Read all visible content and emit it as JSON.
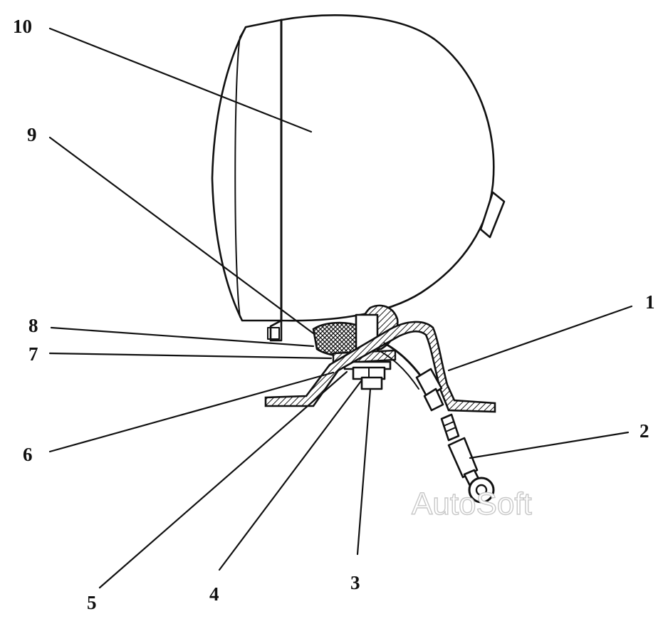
{
  "figure": {
    "callouts": [
      {
        "id": "c1",
        "label": "1"
      },
      {
        "id": "c2",
        "label": "2"
      },
      {
        "id": "c3",
        "label": "3"
      },
      {
        "id": "c4",
        "label": "4"
      },
      {
        "id": "c5",
        "label": "5"
      },
      {
        "id": "c6",
        "label": "6"
      },
      {
        "id": "c7",
        "label": "7"
      },
      {
        "id": "c8",
        "label": "8"
      },
      {
        "id": "c9",
        "label": "9"
      },
      {
        "id": "c10",
        "label": "10"
      }
    ],
    "watermark": "AutoSoft"
  }
}
